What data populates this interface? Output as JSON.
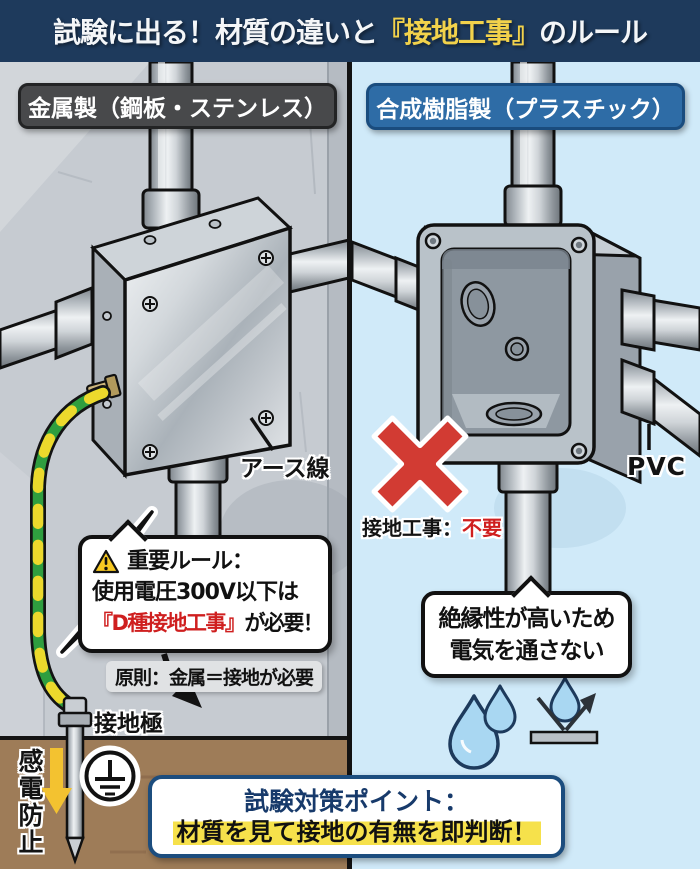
{
  "banner": {
    "title_prefix": "試験に出る！材質の違いと",
    "title_highlight": "『接地工事』",
    "title_suffix": "のルール"
  },
  "left_panel": {
    "label": "金属製（鋼板・ステンレス）",
    "earth_wire_label": "アース線",
    "warning_title": "重要ルール：",
    "warning_line1": "使用電圧300V以下は",
    "warning_term": "『D種接地工事』",
    "warning_line2_rest": "が必要！",
    "principle_note": "原則：金属＝接地が必要",
    "ground_electrode_label": "接地極",
    "shock_prevention_label": "感電防止"
  },
  "right_panel": {
    "label": "合成樹脂製（プラスチック）",
    "grounding_prefix": "接地工事：",
    "grounding_value": "不要",
    "pvc_label": "PVC",
    "insulation_line1": "絶縁性が高いため",
    "insulation_line2": "電気を通さない"
  },
  "footer": {
    "title": "試験対策ポイント：",
    "point": "材質を見て接地の有無を即判断！"
  },
  "colors": {
    "banner_bg": "#1e3a5c",
    "banner_highlight": "#f2d24b",
    "metal_label_bg": "#48494b",
    "resin_label_bg": "#2e6ca6",
    "left_wall": "#c6cbd1",
    "right_wall": "#d0eaf9",
    "soil_brown": "#9e7c58",
    "alert_red": "#cf1f1f",
    "x_red": "#d23b33",
    "footer_border": "#1c4d7e",
    "highlight_yellow": "#f6e14b",
    "earth_wire_green": "#2f9e3f",
    "earth_wire_yellow": "#ecd92c"
  },
  "icons": {
    "warning_icon": "⚠",
    "lightning_icon": "⚡",
    "earth_symbol_icon": "⏚",
    "red_x_icon": "✕",
    "water_drop_icon": "💧",
    "shock_arrow_icon": "↓"
  }
}
